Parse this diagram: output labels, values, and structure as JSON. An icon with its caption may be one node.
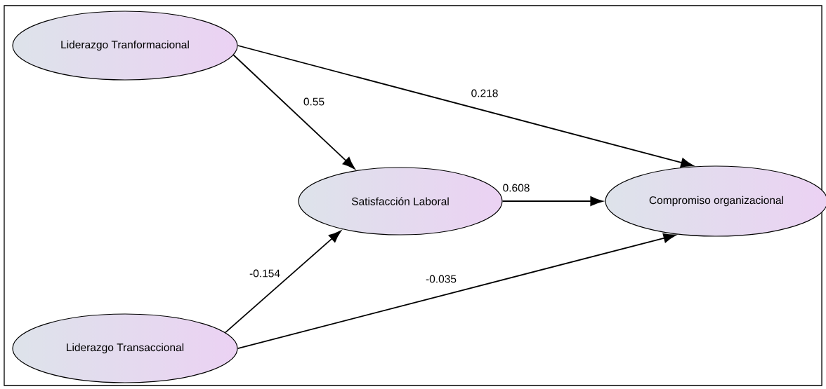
{
  "diagram": {
    "nodes": [
      {
        "text": [
          "Liderazgo Tranformacional"
        ]
      },
      {
        "text": [
          "Satisfacción Laboral"
        ]
      },
      {
        "text": [
          "Compromiso organizacional"
        ]
      },
      {
        "text": [
          "Liderazgo Transaccional"
        ]
      }
    ],
    "edges": [
      {
        "from": 0,
        "to": 1,
        "arrow": "to",
        "label": "0.55"
      },
      {
        "from": 0,
        "to": 2,
        "arrow": "to",
        "label": "0.218"
      },
      {
        "from": 1,
        "to": 2,
        "arrow": "to",
        "label": "0.608"
      },
      {
        "from": 3,
        "to": 1,
        "arrow": "to",
        "label": "-0.154"
      },
      {
        "from": 3,
        "to": 2,
        "arrow": "to",
        "label": "-0.035"
      }
    ]
  }
}
